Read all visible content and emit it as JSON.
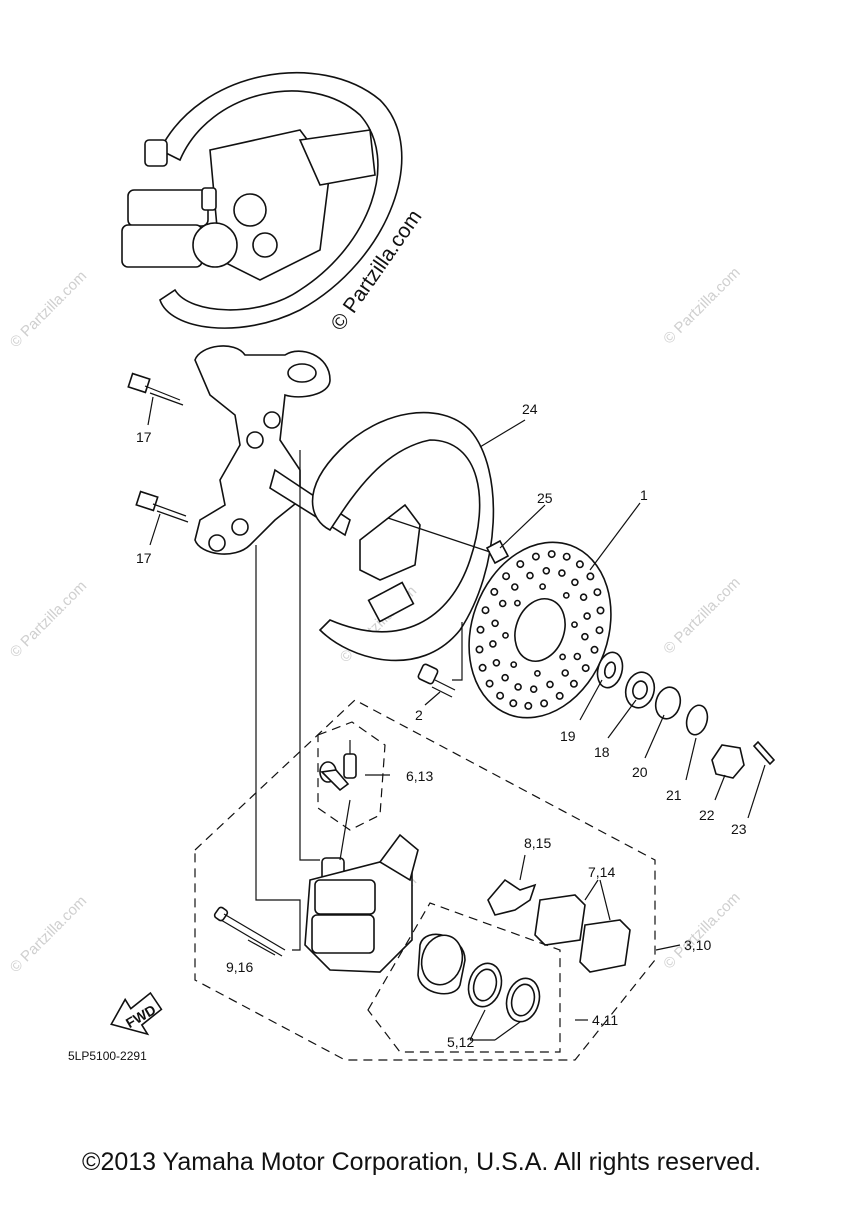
{
  "watermark": "© Partzilla.com",
  "center_watermark": "© Partzilla.com",
  "diagram_code": "5LP5100-2291",
  "fwd_label": "FWD",
  "copyright": "©2013 Yamaha Motor Corporation, U.S.A. All rights reserved.",
  "callouts": {
    "c1": "1",
    "c2": "2",
    "c3_10": "3,10",
    "c4_11": "4,11",
    "c5_12": "5,12",
    "c6_13": "6,13",
    "c7_14": "7,14",
    "c8_15": "8,15",
    "c9_16": "9,16",
    "c17a": "17",
    "c17b": "17",
    "c18": "18",
    "c19": "19",
    "c20": "20",
    "c21": "21",
    "c22": "22",
    "c23": "23",
    "c24": "24",
    "c25": "25"
  }
}
